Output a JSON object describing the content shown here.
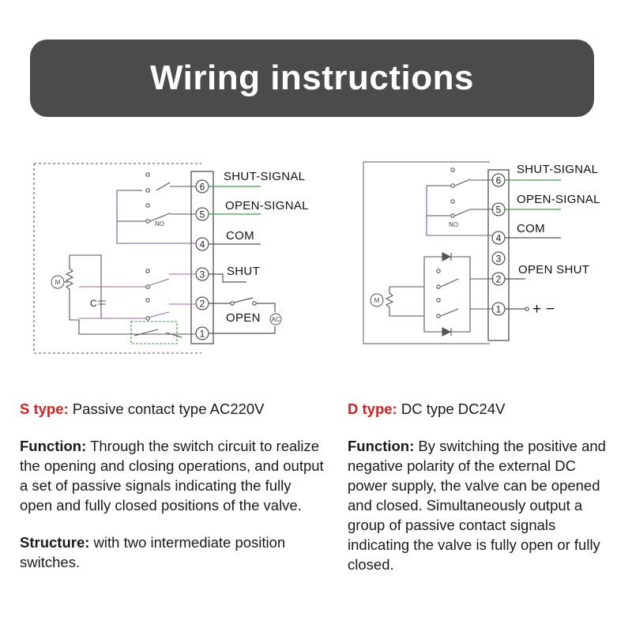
{
  "header": {
    "title": "Wiring instructions"
  },
  "left_diagram": {
    "terminals": [
      "6",
      "5",
      "4",
      "3",
      "2",
      "1"
    ],
    "labels": [
      "SHUT-SIGNAL",
      "OPEN-SIGNAL",
      "COM",
      "SHUT",
      "OPEN"
    ],
    "motor_label": "M",
    "capacitor_label": "C",
    "switch_note": "NO",
    "load_label": "AC"
  },
  "right_diagram": {
    "terminals": [
      "6",
      "5",
      "4",
      "3",
      "2",
      "1"
    ],
    "labels": [
      "SHUT-SIGNAL",
      "OPEN-SIGNAL",
      "COM",
      "OPEN SHUT",
      "+ −"
    ],
    "motor_label": "M",
    "switch_note": "NO"
  },
  "left_text": {
    "type_label": "S type:",
    "type_value": " Passive contact type AC220V",
    "function_label": "Function:",
    "function_text": " Through the switch circuit to realize the opening and closing operations, and output a set of passive signals indicating the fully open and fully closed positions of the valve.",
    "structure_label": "Structure:",
    "structure_text": " with two intermediate position switches."
  },
  "right_text": {
    "type_label": "D type:",
    "type_value": " DC type DC24V",
    "function_label": "Function:",
    "function_text": " By switching the positive and negative polarity of the external DC power supply, the valve can be opened and closed. Simultaneously output a group of passive contact signals indicating the valve is fully open or fully closed."
  },
  "colors": {
    "banner": "#4b4b4b",
    "type_red": "#d81f1f",
    "wire_green": "#3d9a4a",
    "wire_purple": "#9a6a9a",
    "wire_gray": "#777777"
  }
}
